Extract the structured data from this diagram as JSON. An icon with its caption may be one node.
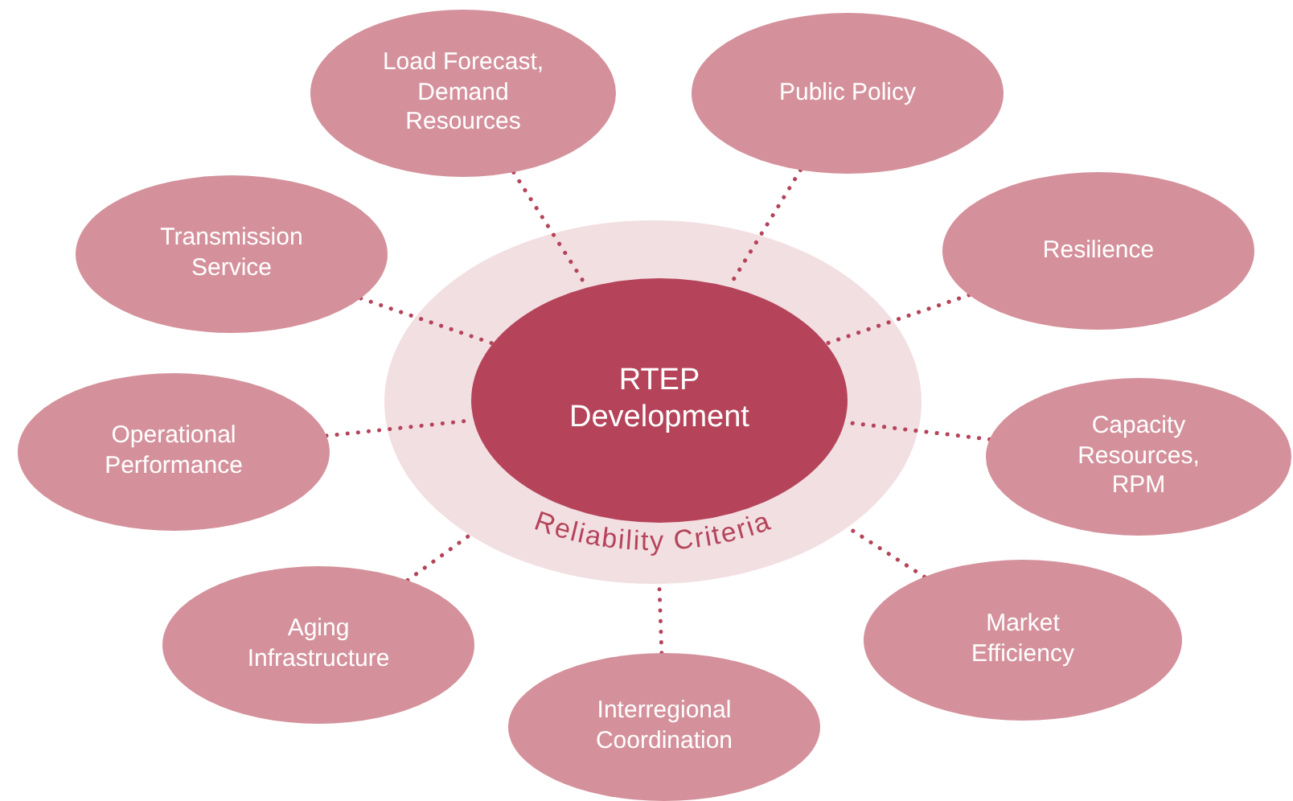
{
  "diagram": {
    "nodes": [
      {
        "text": [
          "Reliability Criteria"
        ]
      },
      {
        "text": [
          "RTEP Development"
        ],
        "in": 0
      },
      {
        "text": [
          "Load Forecast, Demand Resources"
        ]
      },
      {
        "text": [
          "Public Policy"
        ]
      },
      {
        "text": [
          "Transmission Service"
        ]
      },
      {
        "text": [
          "Resilience"
        ]
      },
      {
        "text": [
          "Operational Performance"
        ]
      },
      {
        "text": [
          "Capacity Resources, RPM"
        ]
      },
      {
        "text": [
          "Aging Infrastructure"
        ]
      },
      {
        "text": [
          "Market Efficiency"
        ]
      },
      {
        "text": [
          "Interregional Coordination"
        ]
      }
    ],
    "edges": [
      {
        "from": 2,
        "to": 1,
        "arrow": "none"
      },
      {
        "from": 3,
        "to": 1,
        "arrow": "none"
      },
      {
        "from": 4,
        "to": 1,
        "arrow": "none"
      },
      {
        "from": 5,
        "to": 1,
        "arrow": "none"
      },
      {
        "from": 6,
        "to": 1,
        "arrow": "none"
      },
      {
        "from": 7,
        "to": 1,
        "arrow": "none"
      },
      {
        "from": 8,
        "to": 0,
        "arrow": "none"
      },
      {
        "from": 9,
        "to": 0,
        "arrow": "none"
      },
      {
        "from": 10,
        "to": 0,
        "arrow": "none"
      }
    ]
  }
}
